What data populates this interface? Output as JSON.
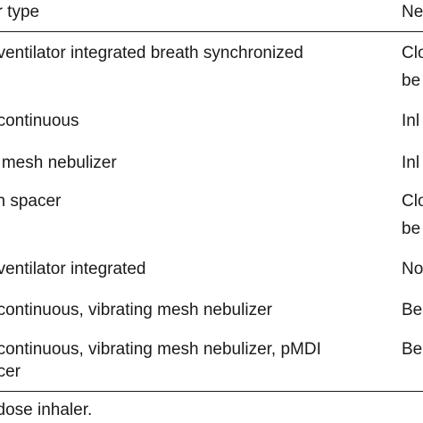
{
  "table": {
    "header": {
      "col1": "er type",
      "col2": "Ne"
    },
    "rows": [
      {
        "col1": [
          "–ventilator integrated breath synchronized"
        ],
        "col2": [
          "Clo",
          "be"
        ]
      },
      {
        "col1": [
          "–continuous"
        ],
        "col2": [
          "Inl"
        ]
      },
      {
        "col1": [
          "g mesh nebulizer"
        ],
        "col2": [
          "Inl"
        ]
      },
      {
        "col1": [
          "ith spacer"
        ],
        "col2": [
          "Clo",
          "be"
        ]
      },
      {
        "col1": [
          "–ventilator integrated"
        ],
        "col2": [
          "No"
        ]
      },
      {
        "col1": [
          "–continuous, vibrating mesh nebulizer"
        ],
        "col2": [
          "Be"
        ]
      },
      {
        "col1": [
          "–continuous, vibrating mesh nebulizer, pMDI",
          "acer"
        ],
        "col2": [
          "Be"
        ]
      }
    ]
  },
  "footnote": "l dose inhaler."
}
